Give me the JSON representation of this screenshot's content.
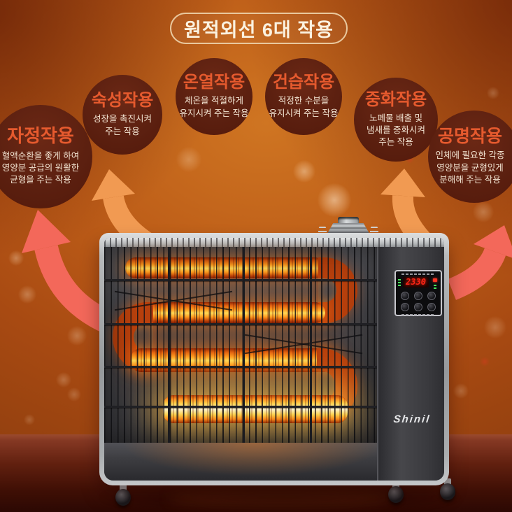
{
  "poster": {
    "title": "원적외선 6대 작용",
    "effects": [
      {
        "name": "self-purification",
        "title": "자정작용",
        "desc": "혈액순환을 좋게 하여\n영양분 공급의 원활한\n균형을 주는 작용"
      },
      {
        "name": "ripening",
        "title": "숙성작용",
        "desc": "성장을 촉진시켜\n주는 작용"
      },
      {
        "name": "thermal",
        "title": "온열작용",
        "desc": "체온을 적절하게\n유지시켜 주는 작용"
      },
      {
        "name": "humidity-control",
        "title": "건습작용",
        "desc": "적정한 수분을\n유지시켜 주는 작용"
      },
      {
        "name": "neutralization",
        "title": "중화작용",
        "desc": "노폐물 배출 및\n냄새를 중화시켜\n주는 작용"
      },
      {
        "name": "resonance",
        "title": "공명작용",
        "desc": "인체에 필요한 각종\n영양분을 균형있게\n분해해 주는 작용"
      }
    ],
    "heater": {
      "brand": "Shinil",
      "display_value": "2330"
    },
    "colors": {
      "background_orange": "#bd5d18",
      "circle_bg": "#5c2010",
      "circle_title": "#e65a2e",
      "circle_desc": "#f4e6d4",
      "banner_border": "#e9c89e",
      "banner_text": "#fbf2e0",
      "arrow_red": "#f3685a",
      "arrow_orange": "#f19a52",
      "led_red": "#ff2416",
      "floor_brown": "#61200f"
    }
  }
}
